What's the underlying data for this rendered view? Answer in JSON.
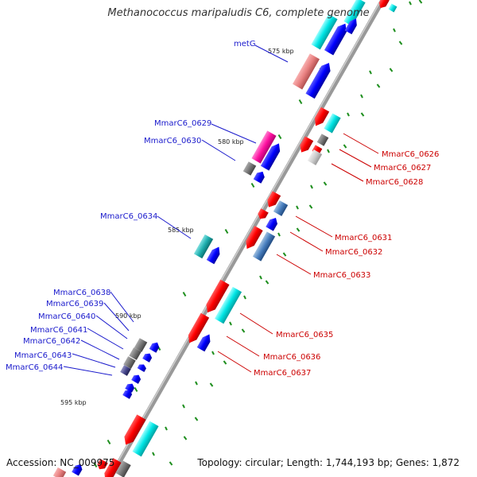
{
  "title": "Methanococcus maripaludis C6, complete genome",
  "footer": {
    "accession": "Accession: NC_009975",
    "summary": "Topology: circular; Length: 1,744,193 bp; Genes: 1,872"
  },
  "colors": {
    "backbone": "#888888",
    "left_label": "#1a1acc",
    "right_label": "#cc0000",
    "tick": "#2a8a2a"
  },
  "ruler": [
    {
      "label": "575 kbp"
    },
    {
      "label": "580 kbp"
    },
    {
      "label": "585 kbp"
    },
    {
      "label": "590 kbp"
    },
    {
      "label": "595 kbp"
    }
  ],
  "gene_labels_left": [
    "metG",
    "MmarC6_0629",
    "MmarC6_0630",
    "MmarC6_0634",
    "MmarC6_0638",
    "MmarC6_0639",
    "MmarC6_0640",
    "MmarC6_0641",
    "MmarC6_0642",
    "MmarC6_0643",
    "MmarC6_0644"
  ],
  "gene_labels_right": [
    "MmarC6_0626",
    "MmarC6_0627",
    "MmarC6_0628",
    "MmarC6_0631",
    "MmarC6_0632",
    "MmarC6_0633",
    "MmarC6_0635",
    "MmarC6_0636",
    "MmarC6_0637"
  ]
}
